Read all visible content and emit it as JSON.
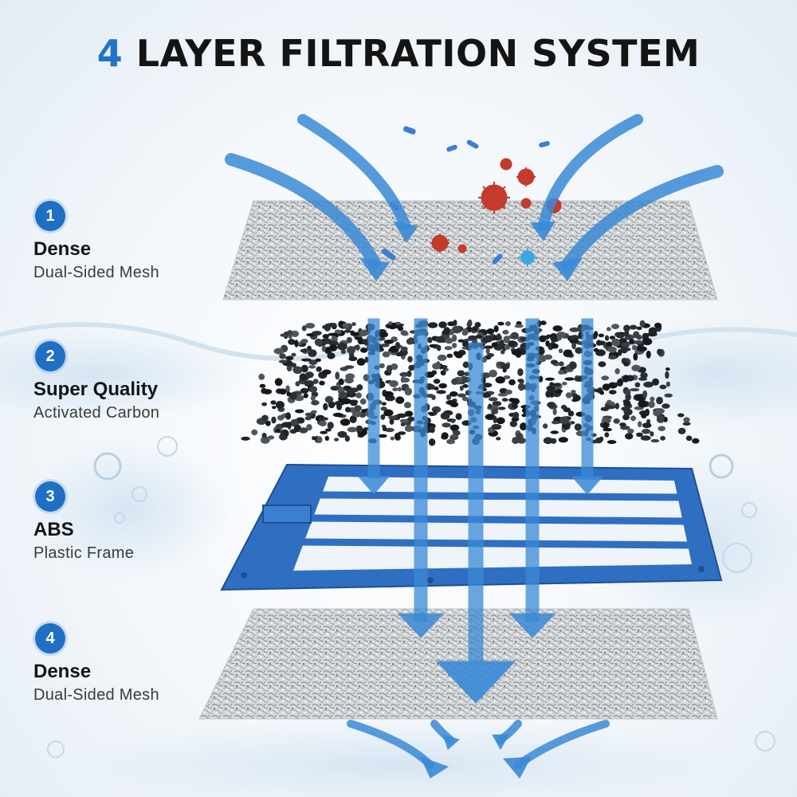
{
  "title": {
    "accent": "4",
    "rest": "LAYER FILTRATION SYSTEM"
  },
  "layers": [
    {
      "number": "1",
      "name": "Dense",
      "description": "Dual-Sided Mesh"
    },
    {
      "number": "2",
      "name": "Super Quality",
      "description": "Activated Carbon"
    },
    {
      "number": "3",
      "name": "ABS",
      "description": "Plastic Frame"
    },
    {
      "number": "4",
      "name": "Dense",
      "description": "Dual-Sided Mesh"
    }
  ],
  "colors": {
    "accent": "#1f73c9",
    "badge": "#1f6fc4",
    "arrow": "#3a8ad6",
    "frame": "#2f6fc2",
    "carbon": "#2a2d33",
    "bacteria": "#c43a2c",
    "mesh": "#cfd3d6"
  },
  "icons": [
    "number-badge-icon",
    "flow-arrow-icon",
    "bacteria-icon",
    "microplastic-icon"
  ]
}
